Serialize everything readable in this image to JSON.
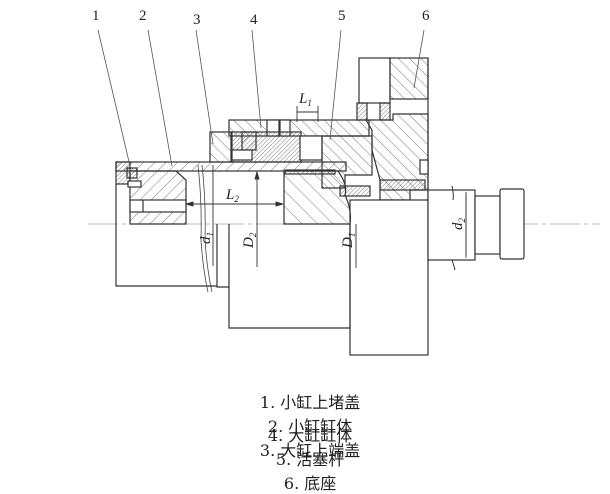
{
  "figure": {
    "part_labels": [
      {
        "num": "1",
        "name": "小缸上堵盖"
      },
      {
        "num": "2",
        "name": "小缸缸体"
      },
      {
        "num": "3",
        "name": "大缸上端盖"
      },
      {
        "num": "4",
        "name": "大缸缸体"
      },
      {
        "num": "5",
        "name": "活塞杆"
      },
      {
        "num": "6",
        "name": "底座"
      }
    ],
    "dimensions": {
      "L1": {
        "main": "L",
        "sub": "1"
      },
      "L2": {
        "main": "L",
        "sub": "2"
      },
      "D1": {
        "main": "D",
        "sub": "1"
      },
      "D2": {
        "main": "D",
        "sub": "2"
      },
      "d1": {
        "main": "d",
        "sub": "1"
      },
      "d2": {
        "main": "d",
        "sub": "2"
      }
    },
    "caption_lines": [
      [
        "1. 小缸上堵盖",
        "2. 小缸缸体",
        "3. 大缸上端盖"
      ],
      [
        "4. 大缸缸体",
        "5. 活塞杆",
        "6. 底座"
      ]
    ]
  }
}
